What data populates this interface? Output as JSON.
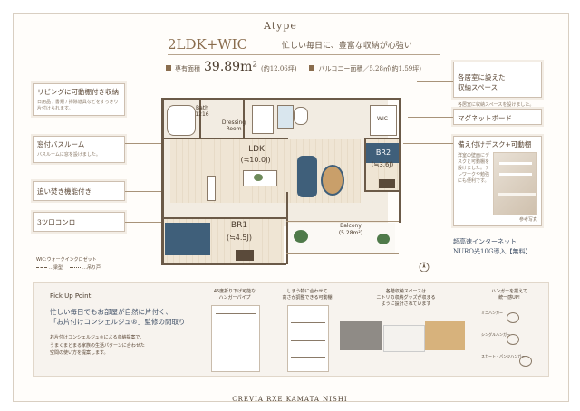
{
  "header": {
    "type_label": "Atype",
    "model": "2LDK+WIC",
    "catchcopy": "忙しい毎日に、豊富な収納が心強い",
    "area_label": "専有面積",
    "area_value": "39.89m²",
    "area_tsubo": "(約12.06坪)",
    "balcony_text": "バルコニー面積／5.28㎡(約1.59坪)"
  },
  "left_callouts": [
    {
      "title": "リビングに可動棚付き収納",
      "sub": "日用品 / 書類 / 掃除道具などをすっきり片付けられます。"
    },
    {
      "title": "窓付バスルーム",
      "sub": "バスルームに窓を設けました。"
    },
    {
      "title": "追い焚き機能付き",
      "sub": ""
    },
    {
      "title": "3ツ口コンロ",
      "sub": ""
    }
  ],
  "right_callouts": [
    {
      "title": "各居室に設えた\n収納スペース",
      "sub": "各居室に収納スペースを設けました。"
    },
    {
      "title": "マグネットボード",
      "sub": ""
    },
    {
      "title": "備え付けデスク+可動棚",
      "sub": "洋室の壁面にデスクと可動棚を設けました。テレワークや勉強にも便利です。",
      "photo_caption": "参考写真"
    },
    {
      "title": "超高速インターネット\nNURO光10G導入【無料】",
      "sub": ""
    }
  ],
  "plan": {
    "bath": "Bath\n1216",
    "dressing": "Dressing\nRoom",
    "ldk": "LDK",
    "ldk_size": "(≒10.0J)",
    "br2": "BR2",
    "br2_size": "(≒3.6J)",
    "br1": "BR1",
    "br1_size": "(≒4.5J)",
    "balcony": "Balcony",
    "balcony_size": "(5.28m²)",
    "wic": "WIC",
    "legend_wic": "WIC:ウォークインクロゼット",
    "legend_a": "…梁型",
    "legend_b": "…吊り戸"
  },
  "pickup": {
    "heading": "Pick Up Point",
    "lead": "忙しい毎日でもお部屋が自然に片付く、\n「お片付けコンシェルジュ®」監修の間取り",
    "body": "お片付けコンシェルジュ®による収納提案で、\nうまくまとまる家族の生活パターンに合わせた\n空間の使い方を提案します。",
    "item1": "45度折り下げ可能な\nハンガーパイプ",
    "item2": "しまう物に合わせて\n高さが調整できる可動棚",
    "item3": "各階収納スペースは\nニトリの収納グッズが収まる\nように設計されています",
    "item4": "ハンガーを揃えて\n統一感UP!",
    "hanger1": "ミニハンガー",
    "hanger2": "シングルハンガー",
    "hanger3": "スカート・パンツハンガー"
  },
  "footer": "CREVIA RXE KAMATA NISHI",
  "colors": {
    "accent": "#8a6d4e",
    "text": "#4a3b2c",
    "accent_blue": "#3f5f7a"
  }
}
